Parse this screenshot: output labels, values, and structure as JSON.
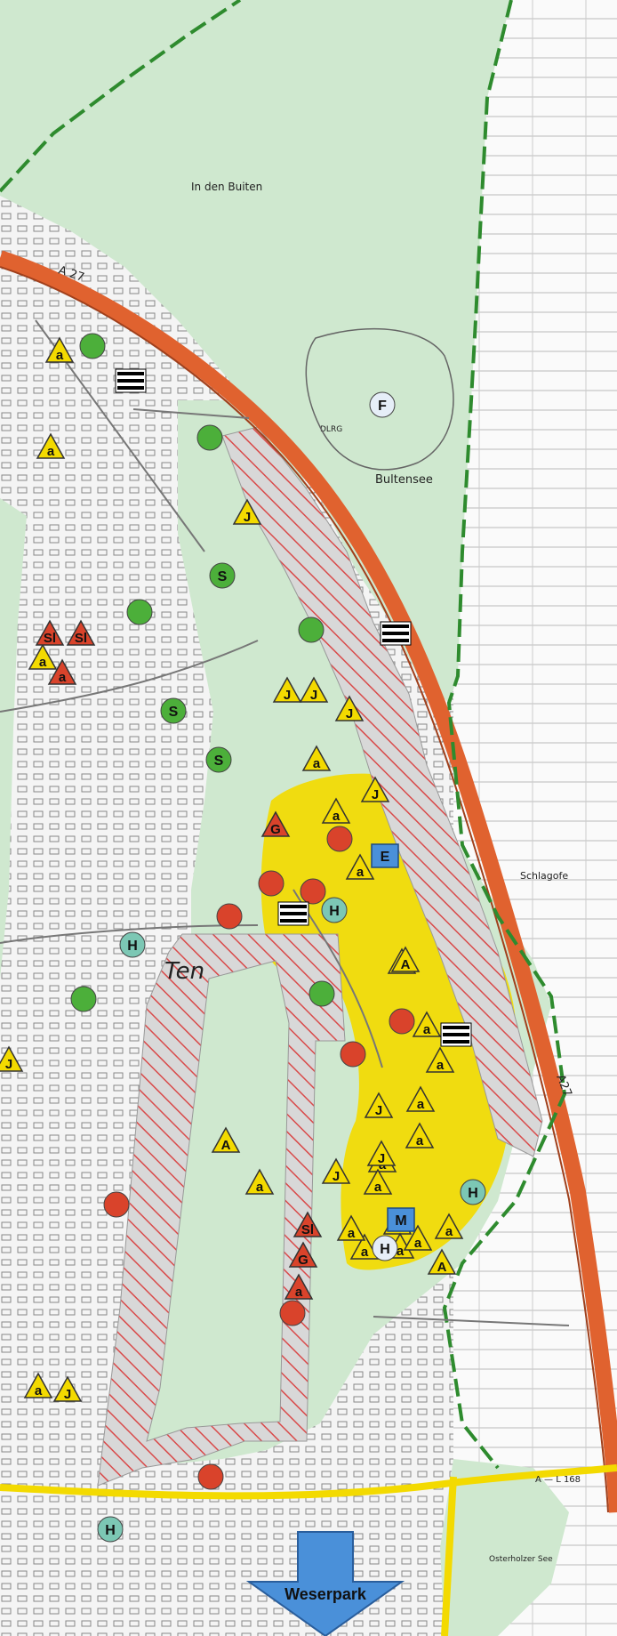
{
  "map": {
    "labels": {
      "in_den_buiten": "In den Buiten",
      "bultensee": "Bultensee",
      "a27_top": "A 27",
      "a27_right": "A27",
      "tenever": "Ten",
      "schlagofen": "Schlagofe",
      "osterholzer_see": "Osterholzer See",
      "dlrg": "DLRG",
      "l168": "A — L 168",
      "weserpark": "Weserpark"
    },
    "colors": {
      "green_area": "#cfe8cf",
      "yellow_zone": "#f3da00",
      "highway": "#e0622f",
      "hatched_red": "#d94a4a",
      "boundary_green": "#2e8b2e",
      "arrow_blue": "#4a90d9",
      "circle_red": "#d9432b",
      "circle_green": "#4caf3a"
    },
    "legend_letters": {
      "a": "a",
      "A": "A",
      "J": "J",
      "S": "S",
      "H": "H",
      "F": "F",
      "E": "E",
      "M": "M",
      "G": "G",
      "Sl": "Sl"
    }
  }
}
